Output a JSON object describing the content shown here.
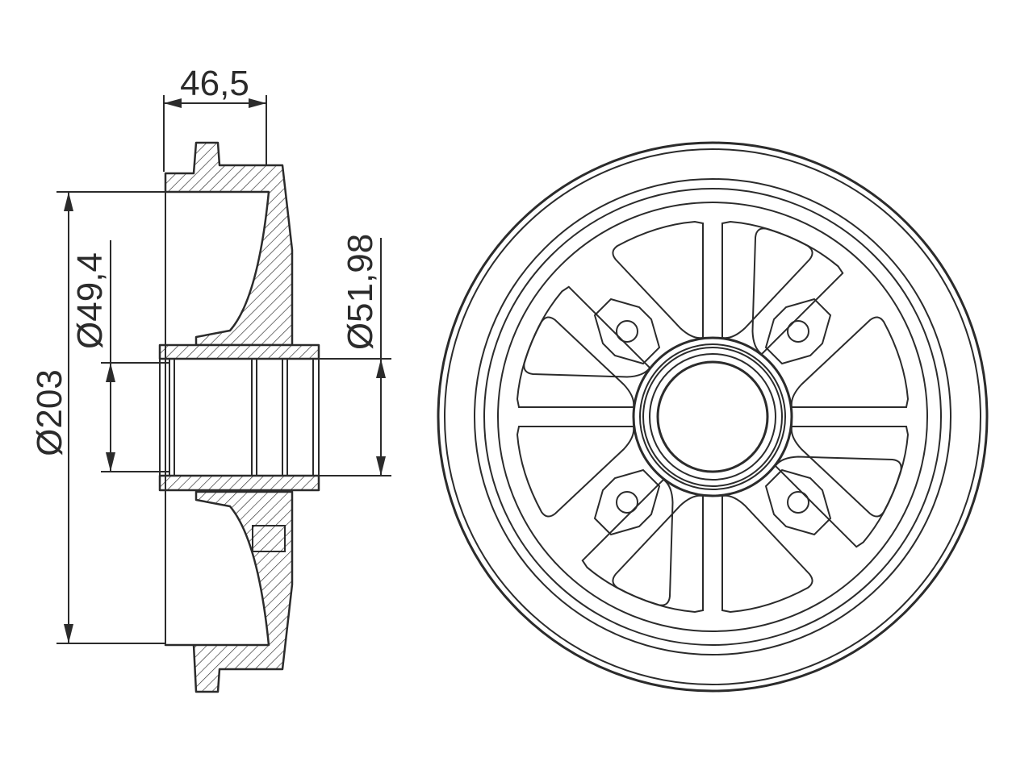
{
  "dimensions": {
    "width": "46,5",
    "outer_diameter": "Ø203",
    "hub_diameter": "Ø49,4",
    "bore_diameter": "Ø51,98"
  },
  "colors": {
    "line": "#2b2b2b",
    "background": "#ffffff"
  }
}
